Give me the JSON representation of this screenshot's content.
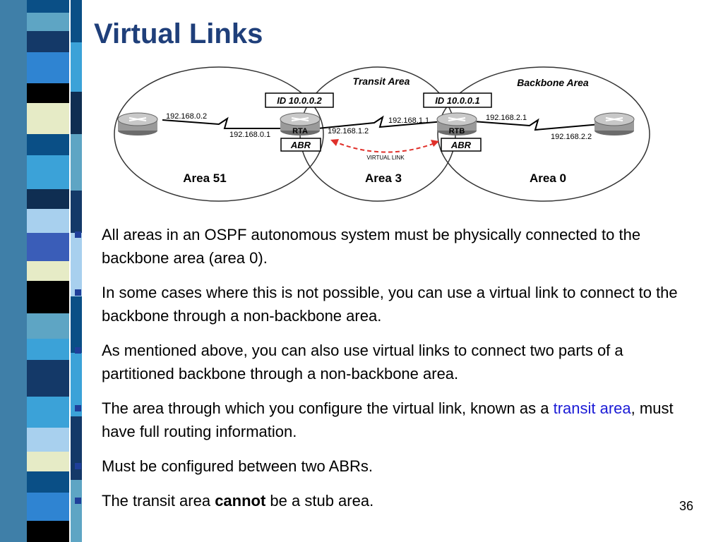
{
  "slide": {
    "title": "Virtual Links",
    "page_number": "36"
  },
  "diagram": {
    "transit_area_label": "Transit Area",
    "backbone_area_label": "Backbone Area",
    "rta": {
      "id": "ID 10.0.0.2",
      "name": "RTA",
      "role": "ABR"
    },
    "rtb": {
      "id": "ID 10.0.0.1",
      "name": "RTB",
      "role": "ABR"
    },
    "ips": {
      "left_router": "192.168.0.2",
      "rta_area51": "192.168.0.1",
      "rta_area3": "192.168.1.2",
      "rtb_area3": "192.168.1.1",
      "rtb_area0": "192.168.2.1",
      "right_router": "192.168.2.2"
    },
    "virtual_link_label": "VIRTUAL LINK",
    "areas": [
      "Area 51",
      "Area 3",
      "Area 0"
    ],
    "colors": {
      "virtual_link": "#E0302A",
      "router_body": "#9A9A9A"
    }
  },
  "bullets": {
    "b1": "All areas in an OSPF autonomous system must be physically connected to the backbone area (area 0).",
    "b2": "In some cases where this is not possible, you can use a virtual link to connect to the backbone through a non-backbone area.",
    "b3": "As mentioned above, you can also use virtual links to connect two parts of a partitioned backbone through a non-backbone area.",
    "b4_pre": "The area through which you configure the virtual link, known as a ",
    "b4_link": "transit area",
    "b4_post": ", must have full routing information.",
    "b5": "Must be configured between two ABRs.",
    "b6_pre": "The transit area ",
    "b6_bold": "cannot",
    "b6_post": " be a stub area."
  },
  "theme": {
    "title_color": "#1F3F7A",
    "bullet_color": "#1F3F9A",
    "highlight": "#1b1bd6"
  }
}
